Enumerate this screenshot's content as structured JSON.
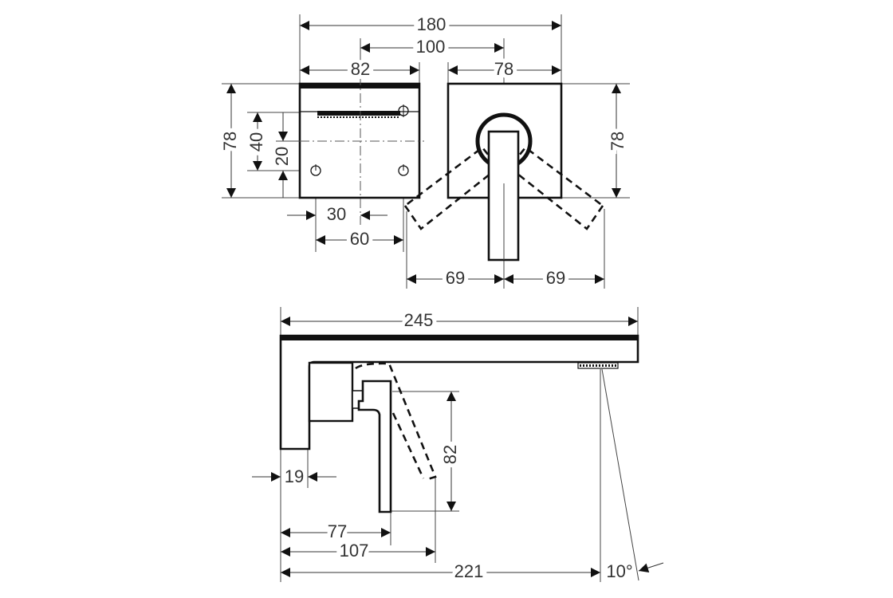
{
  "front_view": {
    "overall_width": "180",
    "center_distance": "100",
    "plate_left_width": "82",
    "plate_right_width": "78",
    "plate_left_height": "78",
    "plate_right_height": "78",
    "hole_spacing_vertical": "40",
    "hole_offset_vertical": "20",
    "hole_offset_horizontal": "30",
    "hole_spacing_horizontal": "60",
    "lever_swing_left": "69",
    "lever_swing_right": "69"
  },
  "side_view": {
    "spout_length": "245",
    "plate_depth": "19",
    "lever_height": "82",
    "lever_projection": "77",
    "lever_swing_projection": "107",
    "outlet_distance": "221",
    "outlet_angle": "10°"
  }
}
